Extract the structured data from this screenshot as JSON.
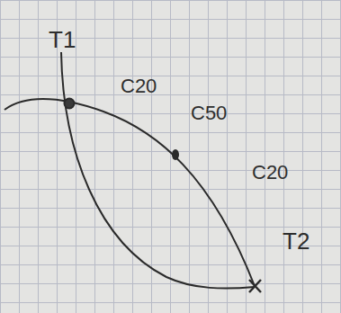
{
  "diagram": {
    "labels": [
      "T1",
      "C20",
      "C50",
      "C20",
      "T2"
    ]
  }
}
